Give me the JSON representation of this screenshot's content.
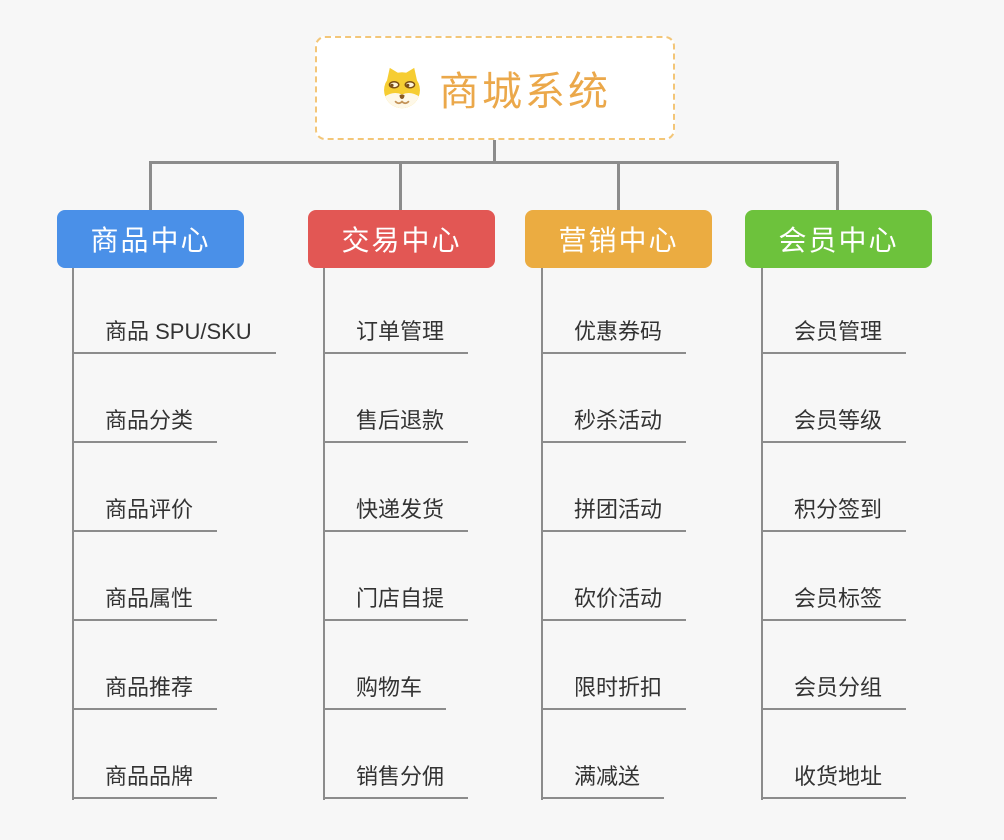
{
  "app": {
    "background_color": "#f7f7f7",
    "connector_color": "#8c8c8c",
    "leaf_text_color": "#333333"
  },
  "root": {
    "label": "商城系统",
    "icon": "doge-icon",
    "text_color": "#eba84a",
    "border_color": "#f3c678",
    "background_color": "#ffffff"
  },
  "branches": [
    {
      "label": "商品中心",
      "color": "#4a90e8",
      "text_color": "#ffffff",
      "children": [
        "商品 SPU/SKU",
        "商品分类",
        "商品评价",
        "商品属性",
        "商品推荐",
        "商品品牌"
      ]
    },
    {
      "label": "交易中心",
      "color": "#e25754",
      "text_color": "#ffffff",
      "children": [
        "订单管理",
        "售后退款",
        "快递发货",
        "门店自提",
        "购物车",
        "销售分佣"
      ]
    },
    {
      "label": "营销中心",
      "color": "#ebac41",
      "text_color": "#ffffff",
      "children": [
        "优惠券码",
        "秒杀活动",
        "拼团活动",
        "砍价活动",
        "限时折扣",
        "满减送"
      ]
    },
    {
      "label": "会员中心",
      "color": "#6dc23c",
      "text_color": "#ffffff",
      "children": [
        "会员管理",
        "会员等级",
        "积分签到",
        "会员标签",
        "会员分组",
        "收货地址"
      ]
    }
  ]
}
